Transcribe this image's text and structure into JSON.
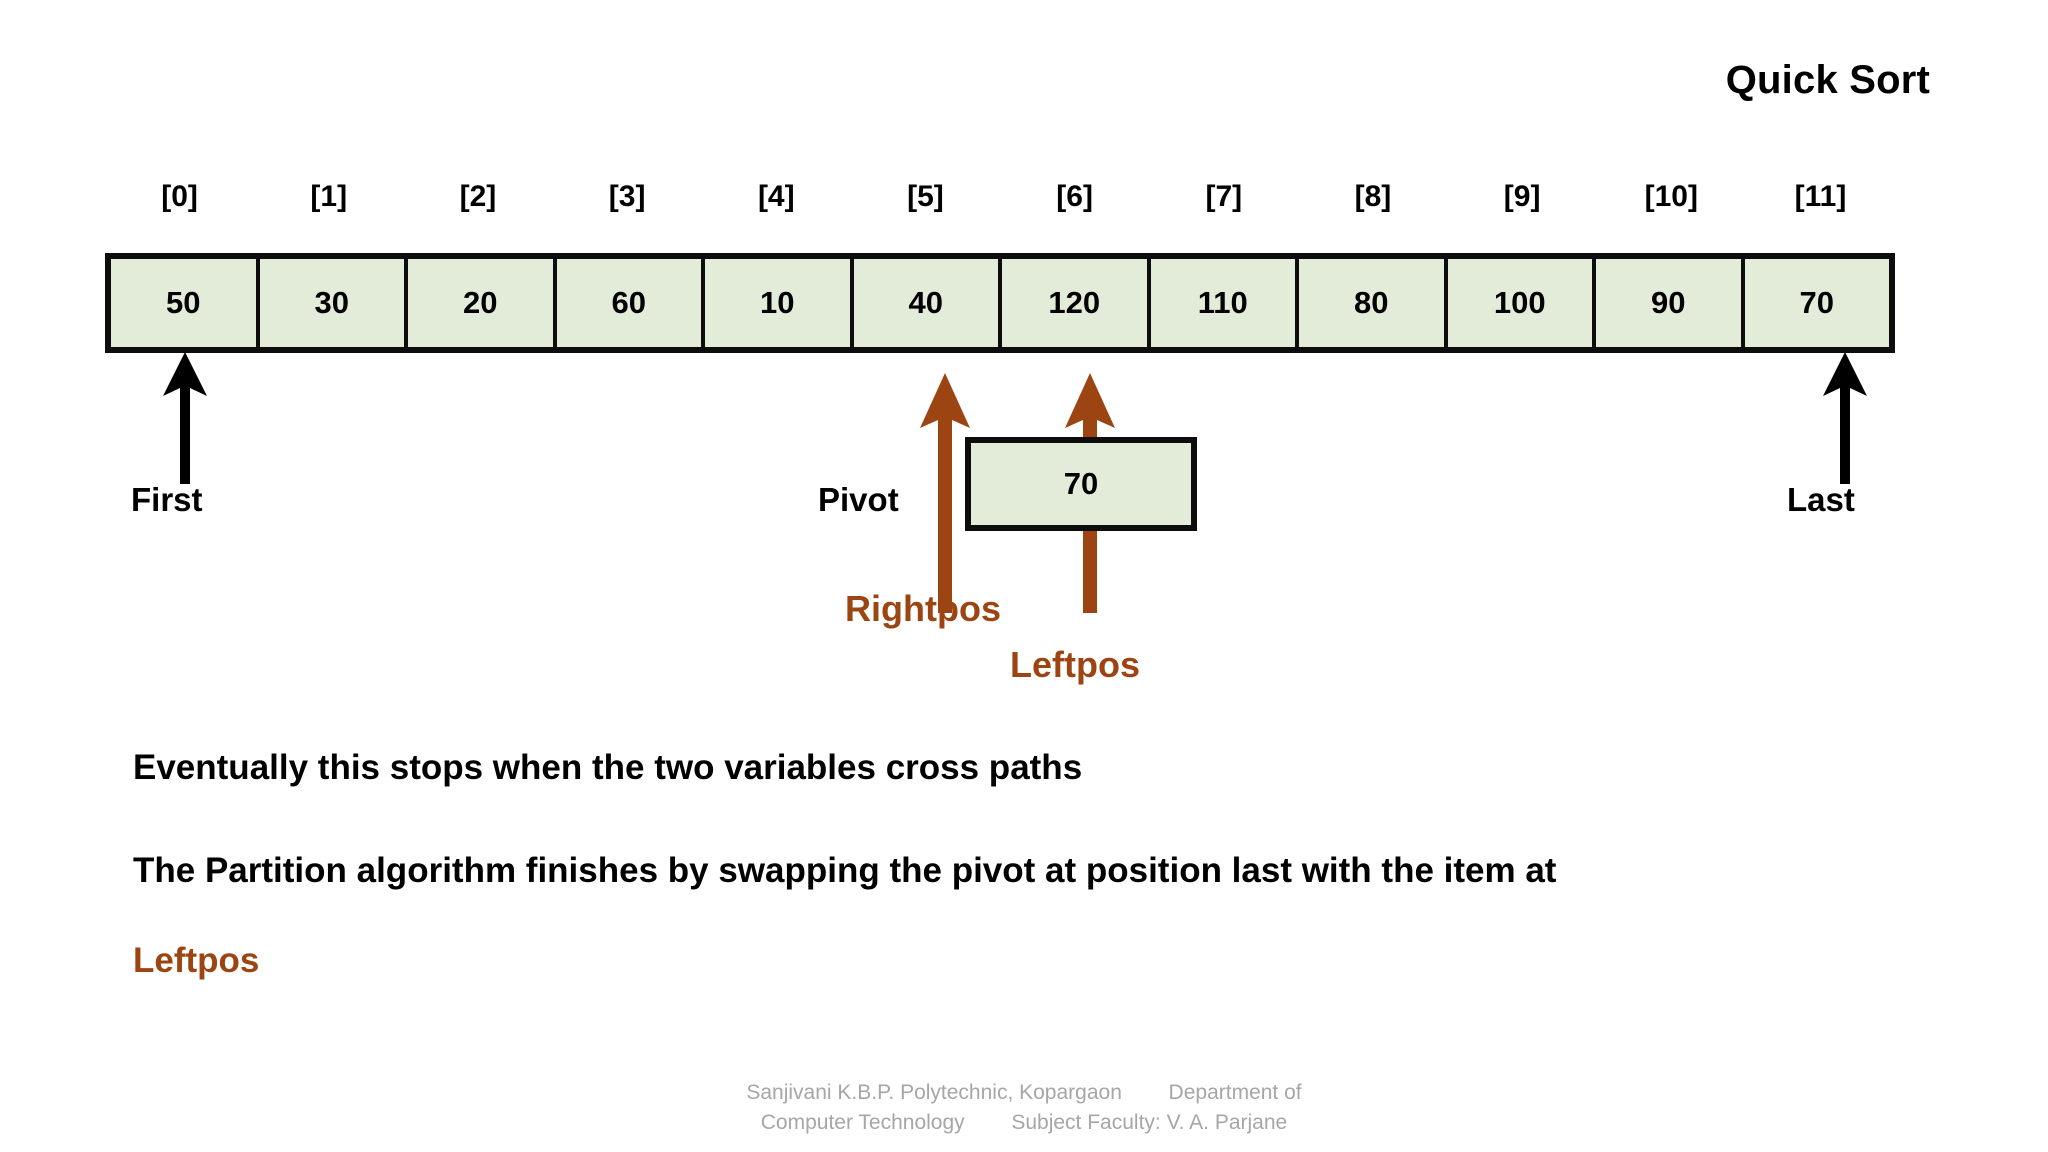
{
  "slide": {
    "title": "Quick Sort"
  },
  "array": {
    "indices": [
      "[0]",
      "[1]",
      "[2]",
      "[3]",
      "[4]",
      "[5]",
      "[6]",
      "[7]",
      "[8]",
      "[9]",
      "[10]",
      "[11]"
    ],
    "values": [
      "50",
      "30",
      "20",
      "60",
      "10",
      "40",
      "120",
      "110",
      "80",
      "100",
      "90",
      "70"
    ],
    "cell_fill": "#e3ecd9",
    "border_color": "#0d0d0d"
  },
  "pointers": {
    "first": {
      "label": "First",
      "index": 0,
      "color": "#000000",
      "icon": "arrow-up-icon"
    },
    "last": {
      "label": "Last",
      "index": 11,
      "color": "#000000",
      "icon": "arrow-up-icon"
    },
    "pivot": {
      "label": "Pivot",
      "index": 5,
      "color": "#9c4513",
      "icon": "arrow-up-icon"
    },
    "rightpos": {
      "label": "Rightpos",
      "index": 5,
      "color": "#9c4513",
      "icon": "arrow-up-icon"
    },
    "leftpos": {
      "label": "Leftpos",
      "index": 6,
      "color": "#9c4513",
      "icon": "arrow-up-icon"
    }
  },
  "pivot_box": {
    "value": "70",
    "fill": "#e3ecd9"
  },
  "body": {
    "paragraph_1": "Eventually this stops when the two variables cross paths",
    "paragraph_2": "The Partition algorithm finishes by swapping the pivot at position last with the item at",
    "paragraph_2_highlight": "Leftpos"
  },
  "footer": {
    "line_1": "Sanjivani K.B.P. Polytechnic, Kopargaon        Department of",
    "line_2": "Computer Technology        Subject Faculty: V. A. Parjane"
  }
}
